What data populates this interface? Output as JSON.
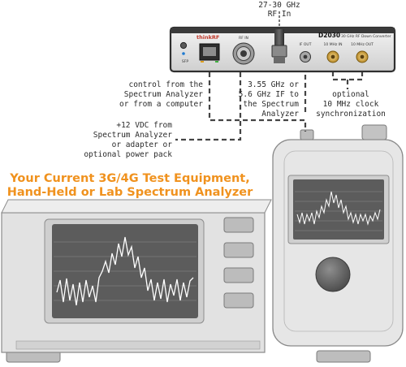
{
  "labels": {
    "rf_in_line1": "27-30 GHz",
    "rf_in_line2": "RF In",
    "control_line1": "control from the",
    "control_line2": "Spectrum Analyzer",
    "control_line3": "or from a computer",
    "if_line1": "3.55 GHz or",
    "if_line2": "5.6 GHz IF to",
    "if_line3": "the Spectrum",
    "if_line4": "Analyzer",
    "clock_line1": "optional",
    "clock_line2": "10 MHz clock",
    "clock_line3": "synchronization",
    "power_line1": "+12 VDC from",
    "power_line2": "Spectrum Analyzer",
    "power_line3": "or adapter or",
    "power_line4": "optional power pack"
  },
  "headline": {
    "line1": "Your Current 3G/4G Test Equipment,",
    "line2": "Hand-Held or Lab Spectrum Analyzer"
  },
  "device": {
    "brand": "thinkRF",
    "model": "D2030",
    "description": "30 GHz RF Down Converter",
    "port_rfin": "RF IN",
    "port_ifout": "IF OUT",
    "port_10in": "10 MHz IN",
    "port_10out": "10 MHz OUT",
    "port_sfp": "SFP"
  },
  "colors": {
    "headline": "#f0921e",
    "device_face": "#e9e9e9",
    "analyzer_body": "#e4e4e4",
    "screen": "#5c5c5c",
    "trace": "#ffffff",
    "leader_lines": "#444444"
  }
}
